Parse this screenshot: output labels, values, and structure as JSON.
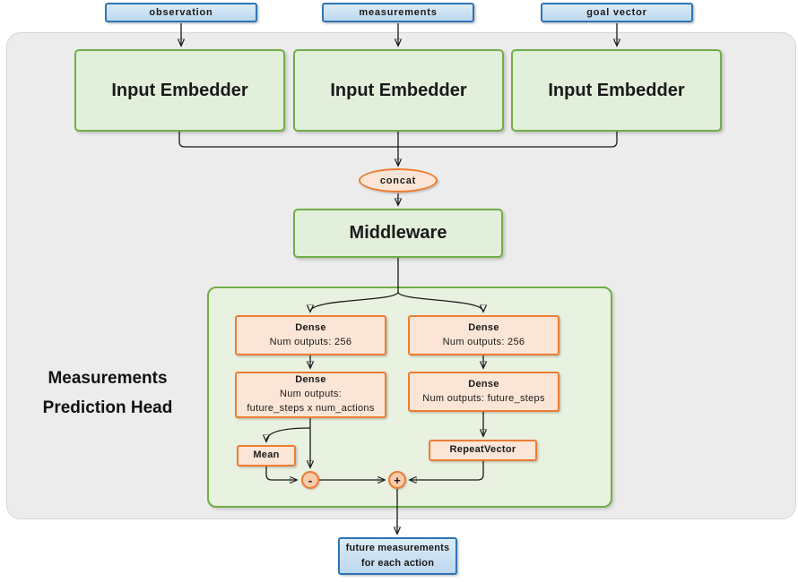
{
  "diagram": {
    "inputs": [
      {
        "label": "observation"
      },
      {
        "label": "measurements"
      },
      {
        "label": "goal vector"
      }
    ],
    "embedders": [
      {
        "label": "Input Embedder"
      },
      {
        "label": "Input Embedder"
      },
      {
        "label": "Input Embedder"
      }
    ],
    "concat_label": "concat",
    "middleware_label": "Middleware",
    "head": {
      "title_lines": [
        "Measurements",
        "Prediction Head"
      ],
      "dense_left_1": {
        "title": "Dense",
        "line2": "Num outputs: 256"
      },
      "dense_left_2": {
        "title": "Dense",
        "line2": "Num outputs:",
        "line3": "future_steps x num_actions"
      },
      "dense_right_1": {
        "title": "Dense",
        "line2": "Num outputs: 256"
      },
      "dense_right_2": {
        "title": "Dense",
        "line2": "Num outputs: future_steps"
      },
      "mean_label": "Mean",
      "repeat_label": "RepeatVector",
      "minus_label": "-",
      "plus_label": "+"
    },
    "output": {
      "lines": [
        "future measurements",
        "for each action"
      ]
    },
    "colors": {
      "blue_border": "#2e75b6",
      "blue_fill": "#bdd7ee",
      "green_border": "#70ad47",
      "green_fill": "#e2efda",
      "head_fill": "#e9f2e1",
      "orange_border": "#ed7d31",
      "orange_fill": "#fbe5d6",
      "op_circle_fill": "#f8cbad",
      "background_panel": "#ececec",
      "line_color": "#1a1a1a"
    }
  }
}
